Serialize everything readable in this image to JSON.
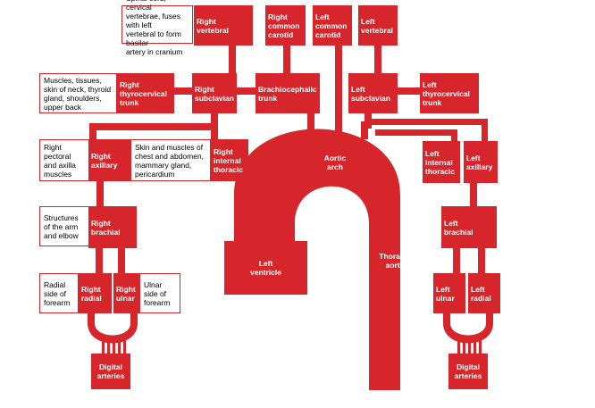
{
  "colors": {
    "artery": "#d6262b",
    "note_border": "#d6262b",
    "background": "#ffffff"
  },
  "boxes": {
    "right_vertebral": "Right\nvertebral",
    "right_common_carotid": "Right\ncommon\ncarotid",
    "left_common_carotid": "Left\ncommon\ncarotid",
    "left_vertebral": "Left\nvertebral",
    "right_thyrocervical_trunk": "Right\nthyrocervical\ntrunk",
    "right_subclavian": "Right\nsubclavian",
    "brachiocephalic_trunk": "Brachiocephalic\ntrunk",
    "left_subclavian": "Left\nsubclavian",
    "left_thyrocervical_trunk": "Left\nthyrocervical\ntrunk",
    "right_axillary": "Right\naxillary",
    "right_internal_thoracic": "Right\ninternal\nthoracic",
    "left_internal_thoracic": "Left\ninternal\nthoracic",
    "left_axillary": "Left\naxillary",
    "right_brachial": "Right\nbrachial",
    "left_brachial": "Left\nbrachial",
    "left_ventricle": "Left\nventricle",
    "right_radial": "Right\nradial",
    "right_ulnar": "Right\nulnar",
    "left_ulnar": "Left\nulnar",
    "left_radial": "Left\nradial",
    "right_digital_arteries": "Digital\narteries",
    "left_digital_arteries": "Digital\narteries"
  },
  "labels": {
    "aortic_arch": "Aortic\narch",
    "thoracic_aorta": "Thoracic\naorta"
  },
  "notes": {
    "spinal_cord": "Spinal cord, cervical\nvertebrae, fuses with left\nvertebral to form basilar\nartery in cranium",
    "neck_muscles": "Muscles, tissues,\nskin of neck, thyroid\ngland, shoulders,\nupper back",
    "pectoral": "Right\npectoral\nand axilla\nmuscles",
    "chest_skin": "Skin and muscles of\nchest and abdomen,\nmammary gland,\npericardium",
    "arm_elbow": "Structures\nof the arm\nand elbow",
    "radial_side": "Radial\nside of\nforearm",
    "ulnar_side": "Ulnar\nside of\nforearm"
  }
}
